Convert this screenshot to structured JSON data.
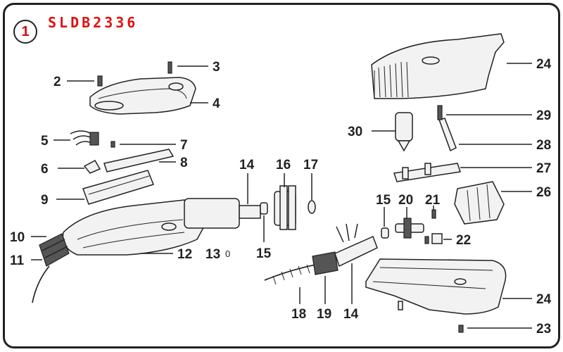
{
  "header": {
    "badge_number": "1",
    "model_code": "SLDB2336"
  },
  "callouts": {
    "c2": "2",
    "c3": "3",
    "c4": "4",
    "c5": "5",
    "c6": "6",
    "c7": "7",
    "c8": "8",
    "c9": "9",
    "c10": "10",
    "c11": "11",
    "c12": "12",
    "c13": "13",
    "c13_glyph": "0",
    "c14a": "14",
    "c14b": "14",
    "c15a": "15",
    "c15b": "15",
    "c16": "16",
    "c17": "17",
    "c18": "18",
    "c19": "19",
    "c20": "20",
    "c21": "21",
    "c22": "22",
    "c23": "23",
    "c24a": "24",
    "c24b": "24",
    "c26": "26",
    "c27": "27",
    "c28": "28",
    "c29": "29",
    "c30": "30"
  },
  "colors": {
    "accent_red": "#e01010",
    "line": "#222222"
  }
}
